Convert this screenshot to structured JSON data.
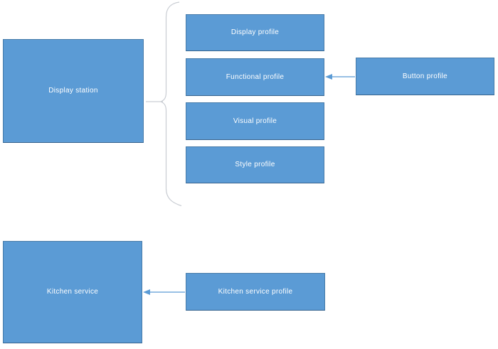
{
  "colors": {
    "node_fill": "#5b9bd5",
    "node_border": "#41719c",
    "node_text": "#ffffff",
    "bracket_stroke": "#c9cdd3",
    "arrow_stroke": "#5b9bd5"
  },
  "nodes": {
    "display_station": {
      "label": "Display station"
    },
    "display_profile": {
      "label": "Display profile"
    },
    "functional_profile": {
      "label": "Functional profile"
    },
    "visual_profile": {
      "label": "Visual profile"
    },
    "style_profile": {
      "label": "Style profile"
    },
    "button_profile": {
      "label": "Button profile"
    },
    "kitchen_service": {
      "label": "Kitchen service"
    },
    "kitchen_service_profile": {
      "label": "Kitchen service profile"
    }
  }
}
